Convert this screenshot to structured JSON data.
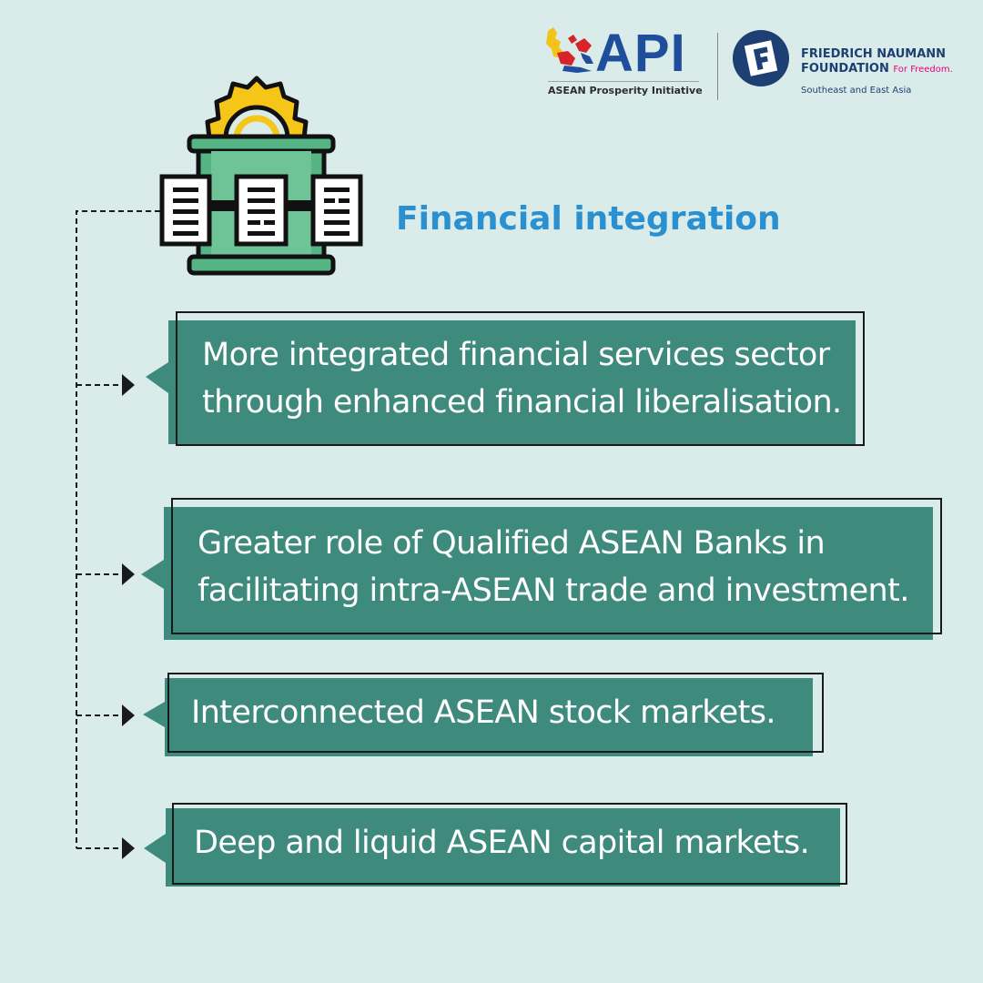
{
  "logos": {
    "api_wordmark": "API",
    "api_subtitle": "ASEAN Prosperity Initiative",
    "fnf_name_line1": "FRIEDRICH NAUMANN",
    "fnf_name_line2": "FOUNDATION",
    "fnf_tagline": "For Freedom.",
    "fnf_region": "Southeast and East Asia"
  },
  "section": {
    "title": "Financial integration",
    "icon": "bank-building-gear-icon"
  },
  "items": [
    {
      "line1": "More integrated financial services sector",
      "line2": "through enhanced financial liberalisation."
    },
    {
      "line1": "Greater role of Qualified ASEAN Banks in",
      "line2": "facilitating intra-ASEAN trade and investment."
    },
    {
      "line1": "Interconnected ASEAN stock markets."
    },
    {
      "line1": "Deep and liquid ASEAN capital markets."
    }
  ],
  "colors": {
    "background": "#daecea",
    "callout_fill": "#3e8b7e",
    "title": "#2a90cf",
    "building": "#55b483",
    "gear": "#f5c518"
  }
}
